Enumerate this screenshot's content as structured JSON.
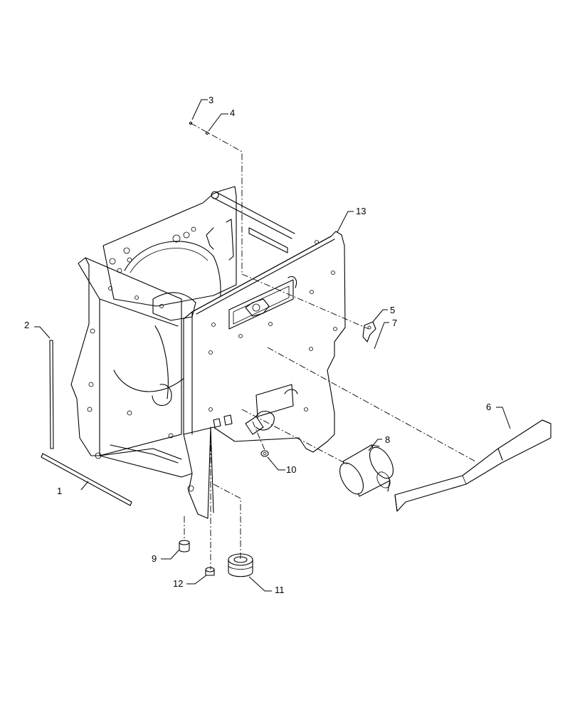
{
  "callouts": [
    {
      "id": "c1",
      "label": "1"
    },
    {
      "id": "c2",
      "label": "2"
    },
    {
      "id": "c3",
      "label": "3"
    },
    {
      "id": "c4",
      "label": "4"
    },
    {
      "id": "c5",
      "label": "5"
    },
    {
      "id": "c6",
      "label": "6"
    },
    {
      "id": "c7",
      "label": "7"
    },
    {
      "id": "c8",
      "label": "8"
    },
    {
      "id": "c9",
      "label": "9"
    },
    {
      "id": "c10",
      "label": "10"
    },
    {
      "id": "c11",
      "label": "11"
    },
    {
      "id": "c12",
      "label": "12"
    },
    {
      "id": "c13",
      "label": "13"
    }
  ]
}
